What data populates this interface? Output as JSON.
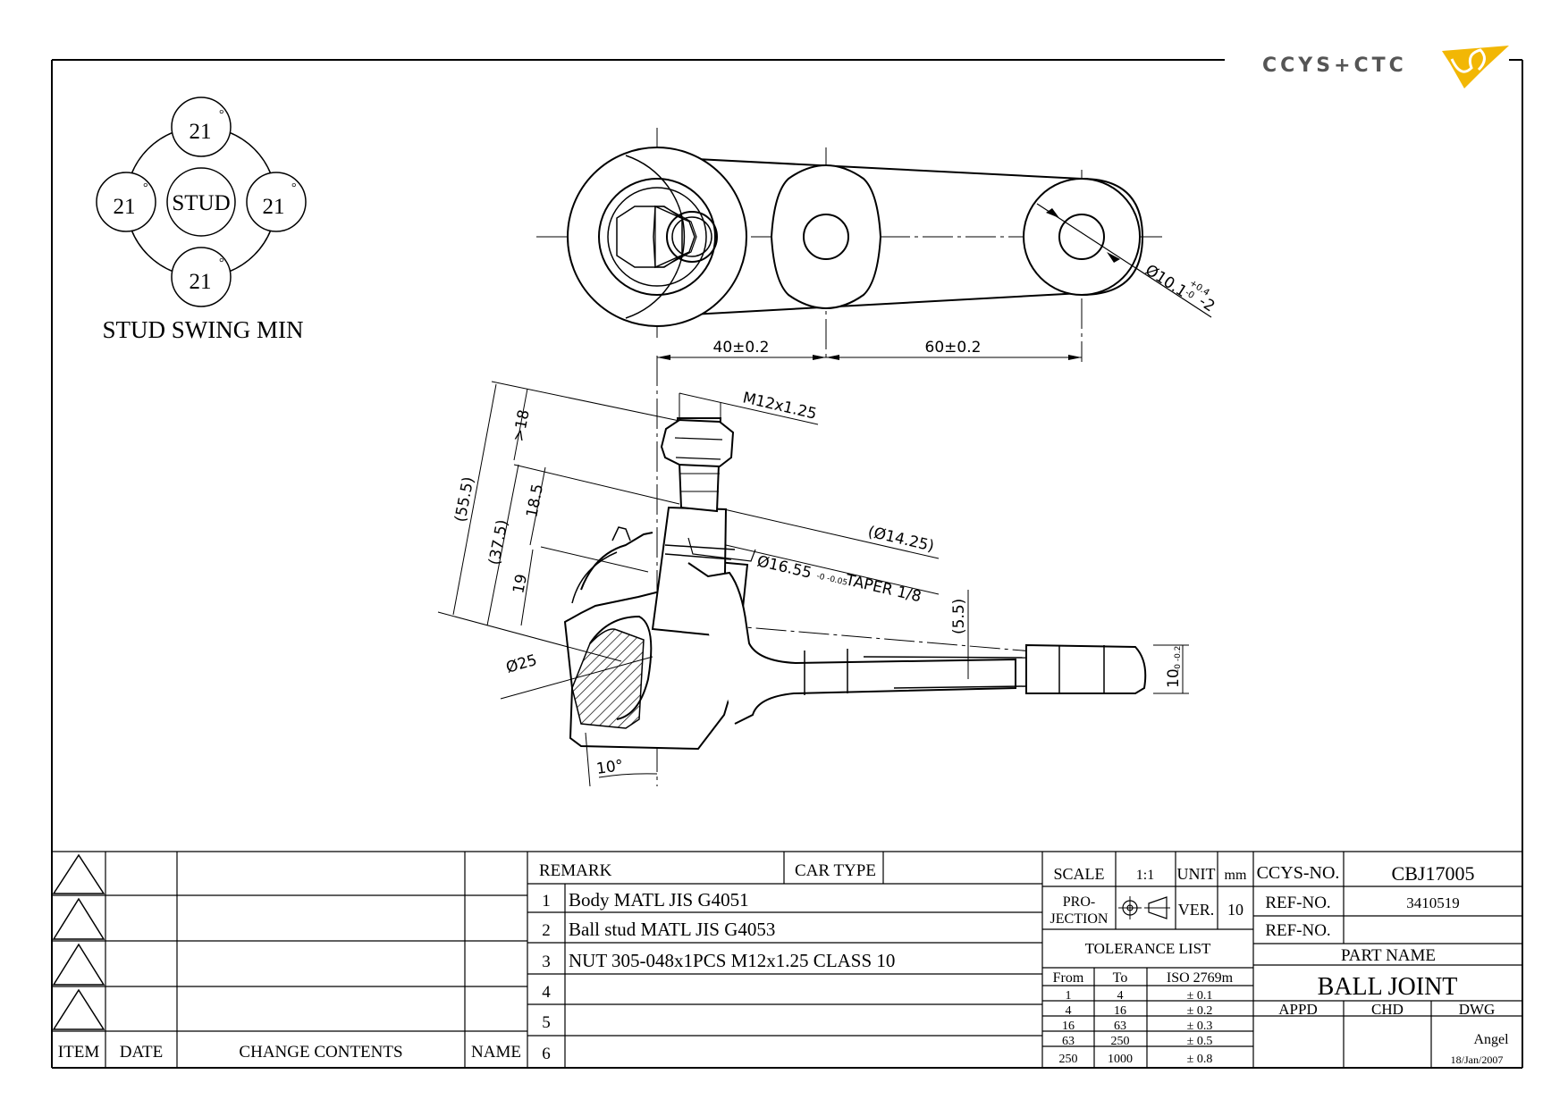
{
  "logo": {
    "text": "CCYS+CTC"
  },
  "stud_swing": {
    "center_label": "STUD",
    "angle_top": "21",
    "angle_left": "21",
    "angle_right": "21",
    "angle_bottom": "21",
    "degree_mark": "°",
    "caption": "STUD SWING MIN"
  },
  "top_view": {
    "dim_40": "40±0.2",
    "dim_60": "60±0.2",
    "hole_dia": "Ø10.1",
    "hole_tol_upper": "+0.4",
    "hole_tol_lower": "-0",
    "hole_count": "-2"
  },
  "side_view": {
    "thread": "M12x1.25",
    "dim_18": ">18",
    "dim_55_5": "(55.5)",
    "dim_37_5": "(37.5)",
    "dim_18_5": "18.5",
    "dim_19": "19",
    "dim_14_25": "(Ø14.25)",
    "taper": "Ø16.55",
    "taper_tol": "-0 -0.05",
    "taper_ratio": "TAPER 1/8",
    "dim_5_5": "(5.5)",
    "dim_25": "Ø25",
    "dim_10_main": "10",
    "dim_10_tol": "-0 -0.2",
    "angle_10": "10°"
  },
  "revisions": {
    "headers": {
      "item": "ITEM",
      "date": "DATE",
      "change": "CHANGE CONTENTS",
      "name": "NAME"
    }
  },
  "remarks": {
    "header": "REMARK",
    "car_type": "CAR TYPE",
    "rows": [
      {
        "no": "1",
        "text": "Body MATL JIS G4051"
      },
      {
        "no": "2",
        "text": "Ball stud MATL JIS G4053"
      },
      {
        "no": "3",
        "text": "NUT 305-048x1PCS M12x1.25 CLASS 10"
      },
      {
        "no": "4",
        "text": ""
      },
      {
        "no": "5",
        "text": ""
      },
      {
        "no": "6",
        "text": ""
      }
    ]
  },
  "specs": {
    "scale_label": "SCALE",
    "scale_value": "1:1",
    "unit_label": "UNIT",
    "unit_value": "mm",
    "projection_1": "PRO-",
    "projection_2": "JECTION",
    "ver_label": "VER.",
    "ver_value": "10",
    "tolerance_title": "TOLERANCE LIST",
    "tol_headers": {
      "from": "From",
      "to": "To",
      "iso": "ISO 2769m"
    },
    "tolerances": [
      {
        "from": "1",
        "to": "4",
        "tol": "± 0.1"
      },
      {
        "from": "4",
        "to": "16",
        "tol": "± 0.2"
      },
      {
        "from": "16",
        "to": "63",
        "tol": "± 0.3"
      },
      {
        "from": "63",
        "to": "250",
        "tol": "± 0.5"
      },
      {
        "from": "250",
        "to": "1000",
        "tol": "± 0.8"
      }
    ]
  },
  "title_block": {
    "ccys_label": "CCYS-NO.",
    "ccys_value": "CBJ17005",
    "ref_label": "REF-NO.",
    "ref_value": "3410519",
    "ref2_label": "REF-NO.",
    "ref2_value": "",
    "part_name_label": "PART NAME",
    "part_name": "BALL JOINT",
    "appd": "APPD",
    "chd": "CHD",
    "dwg": "DWG",
    "drawn_by": "Angel",
    "date": "18/Jan/2007"
  }
}
